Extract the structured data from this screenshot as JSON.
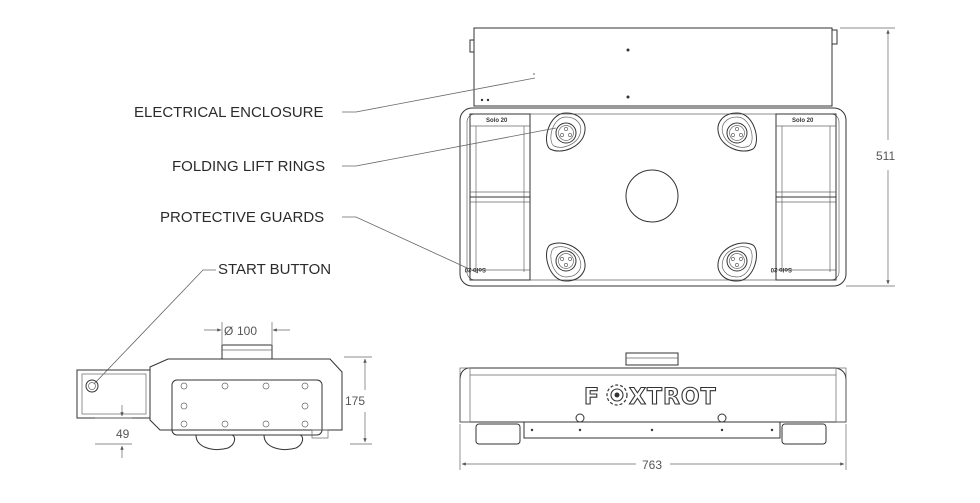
{
  "callouts": {
    "electrical_enclosure": "ELECTRICAL ENCLOSURE",
    "folding_lift_rings": "FOLDING LIFT RINGS",
    "protective_guards": "PROTECTIVE GUARDS",
    "start_button": "START BUTTON"
  },
  "dimensions": {
    "height_top_view": "511",
    "diameter": "100",
    "diameter_symbol": "Ø",
    "height_side": "175",
    "clearance": "49",
    "length": "763"
  },
  "module_labels": {
    "top_left": "Solo 20",
    "top_right": "Solo 20",
    "bottom_left": "Solo 20",
    "bottom_right": "Solo 20"
  },
  "logo": {
    "prefix": "F",
    "suffix": "XTROT"
  },
  "colors": {
    "line": "#333333",
    "text": "#2b2b2b",
    "dimension": "#555555",
    "background": "#ffffff"
  }
}
